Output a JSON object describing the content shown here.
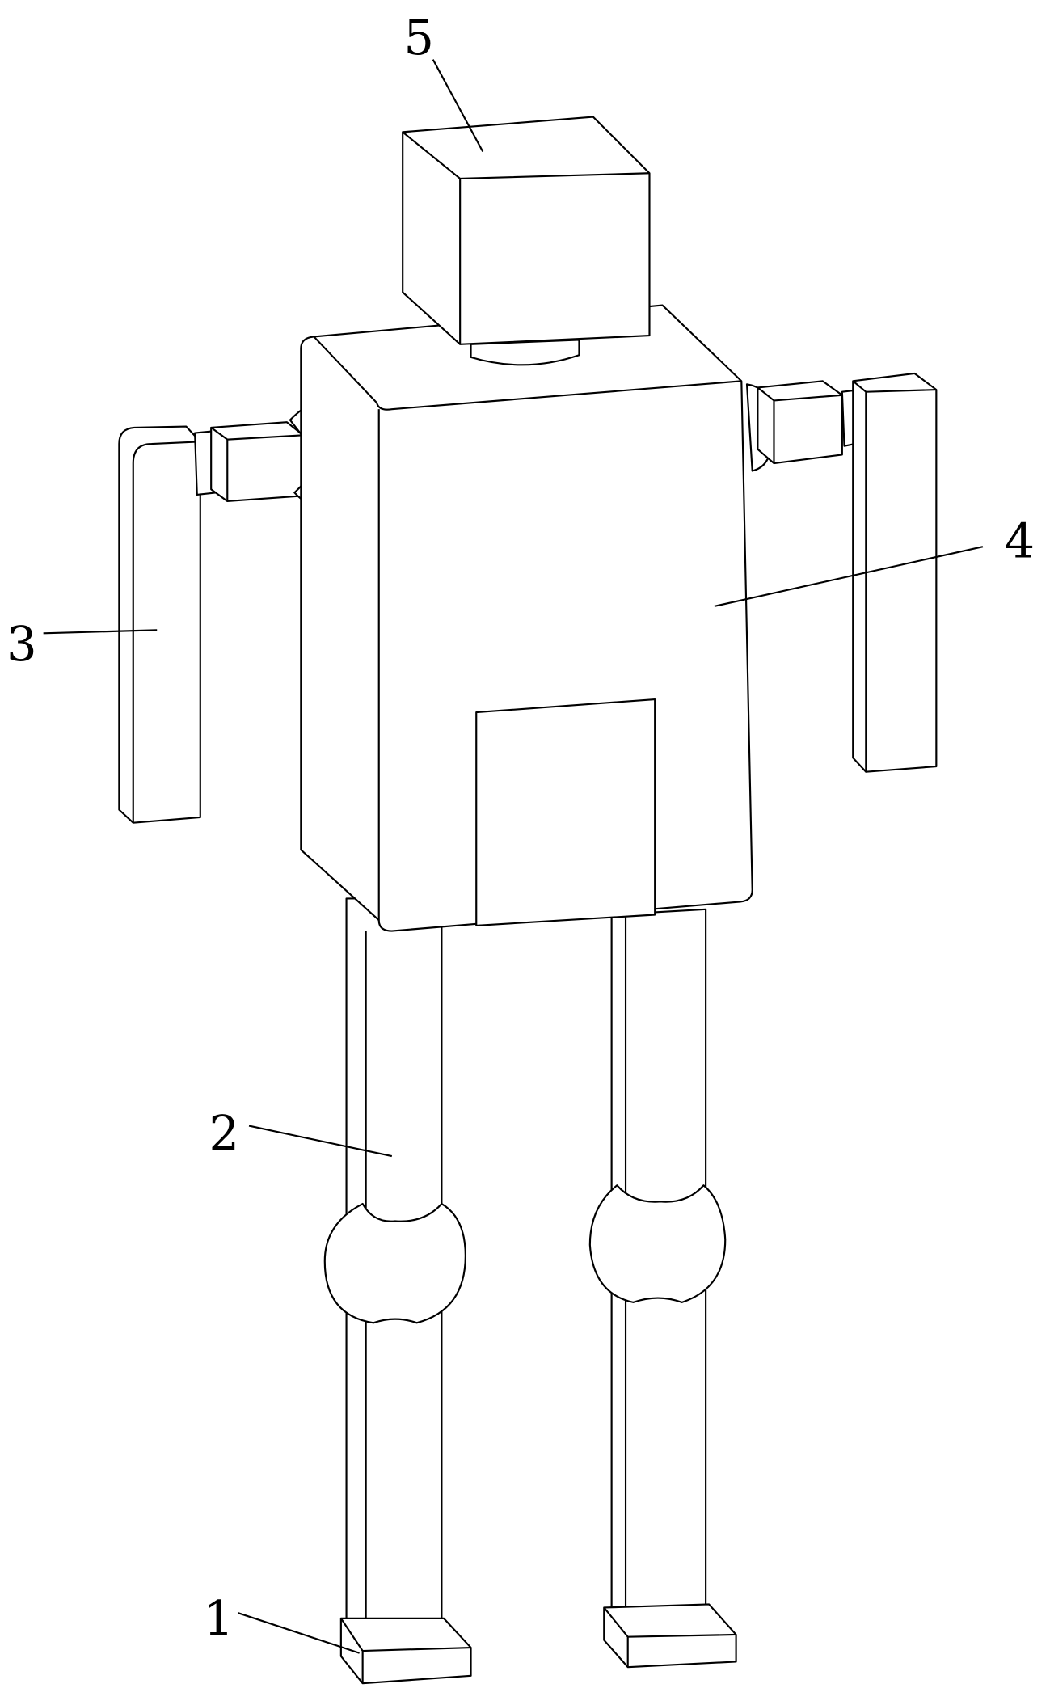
{
  "figure": {
    "labels": {
      "foot": "1",
      "leg": "2",
      "arm": "3",
      "body": "4",
      "head": "5"
    }
  }
}
